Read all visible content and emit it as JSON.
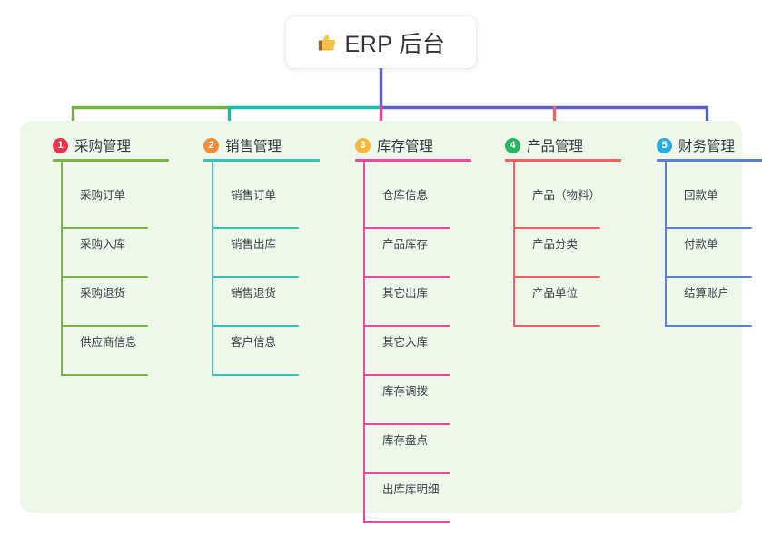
{
  "root": {
    "icon": "thumbs-up-icon",
    "title": "ERP 后台"
  },
  "theme": {
    "page_background": "#ffffff",
    "panel_background": "#eef7ea",
    "text_color": "#333740"
  },
  "connectors": [
    {
      "name": "root-drop",
      "color": "#5b5fc7"
    },
    {
      "name": "bar-segment-green",
      "color": "#6fb03e"
    },
    {
      "name": "bar-segment-teal",
      "color": "#16bfa8"
    },
    {
      "name": "bar-segment-blue",
      "color": "#5b5fc7"
    },
    {
      "name": "stub-1",
      "color": "#6fb03e"
    },
    {
      "name": "stub-2",
      "color": "#16bfa8"
    },
    {
      "name": "stub-3",
      "color": "#ec4899"
    },
    {
      "name": "stub-4",
      "color": "#f4615f"
    },
    {
      "name": "stub-5",
      "color": "#4b66cf"
    }
  ],
  "columns": [
    {
      "number": "1",
      "badge_color": "#e8364f",
      "line_color": "#7cb342",
      "title": "采购管理",
      "items": [
        {
          "label": "采购订单"
        },
        {
          "label": "采购入库"
        },
        {
          "label": "采购退货"
        },
        {
          "label": "供应商信息"
        }
      ]
    },
    {
      "number": "2",
      "badge_color": "#f08b3a",
      "line_color": "#2ec4b6",
      "title": "销售管理",
      "items": [
        {
          "label": "销售订单"
        },
        {
          "label": "销售出库"
        },
        {
          "label": "销售退货"
        },
        {
          "label": "客户信息"
        }
      ]
    },
    {
      "number": "3",
      "badge_color": "#f6b83c",
      "line_color": "#ec4899",
      "title": "库存管理",
      "items": [
        {
          "label": "仓库信息"
        },
        {
          "label": "产品库存"
        },
        {
          "label": "其它出库"
        },
        {
          "label": "其它入库"
        },
        {
          "label": "库存调拨"
        },
        {
          "label": "库存盘点"
        },
        {
          "label": "出库库明细"
        }
      ]
    },
    {
      "number": "4",
      "badge_color": "#28b463",
      "line_color": "#f4615f",
      "title": "产品管理",
      "items": [
        {
          "label": "产品（物料）"
        },
        {
          "label": "产品分类"
        },
        {
          "label": "产品单位"
        }
      ]
    },
    {
      "number": "5",
      "badge_color": "#2aa9e0",
      "line_color": "#5b7fd4",
      "title": "财务管理",
      "items": [
        {
          "label": "回款单"
        },
        {
          "label": "付款单"
        },
        {
          "label": "结算账户"
        }
      ]
    }
  ]
}
